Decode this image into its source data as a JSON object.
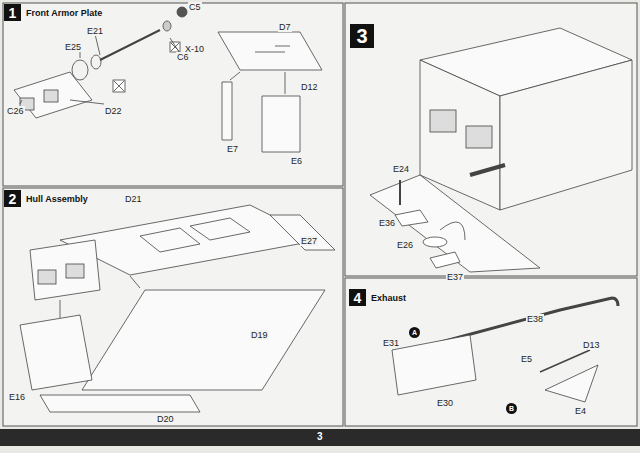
{
  "diagram": {
    "nodes": [
      {
        "text": [
          "1",
          "Front Armor Plate"
        ]
      },
      {
        "text": [
          "2",
          "Hull Assembly"
        ]
      },
      {
        "text": [
          "3"
        ]
      },
      {
        "text": [
          "4",
          "Exhaust"
        ]
      },
      {
        "text": [
          "A"
        ]
      },
      {
        "text": [
          "B"
        ]
      }
    ],
    "labels": [
      "C5",
      "E21",
      "E25",
      "C6",
      "X-10",
      "C26",
      "D22",
      "D7",
      "D12",
      "E7",
      "E6",
      "D21",
      "E27",
      "D19",
      "E16",
      "D20",
      "E24",
      "E36",
      "E26",
      "E37",
      "E38",
      "E31",
      "E30",
      "E5",
      "D13",
      "E4",
      "3"
    ]
  }
}
